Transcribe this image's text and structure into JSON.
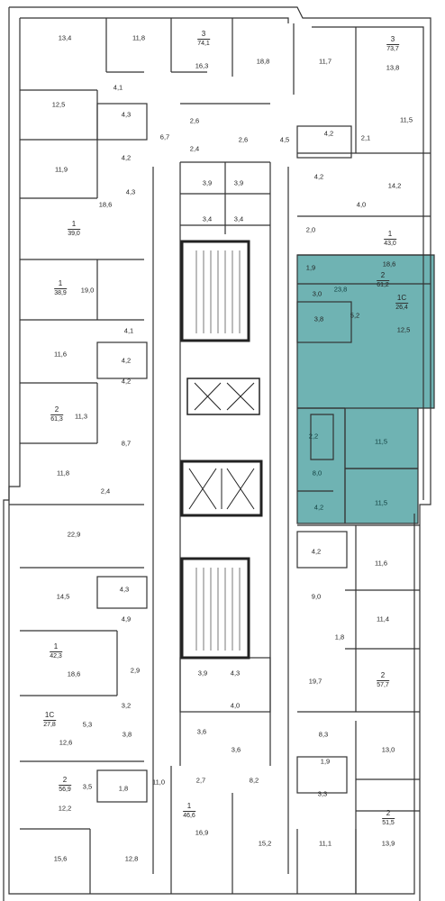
{
  "plan": {
    "highlight_color": "#6fb3b3",
    "wall_color": "#333333",
    "rooms": [
      "13,4",
      "11,8",
      "16,3",
      "18,8",
      "11,7",
      "13,8",
      "4,1",
      "12,5",
      "4,3",
      "2,6",
      "6,7",
      "2,6",
      "4,5",
      "4,2",
      "2,1",
      "11,5",
      "4,2",
      "2,4",
      "11,9",
      "4,3",
      "3,9",
      "3,9",
      "4,2",
      "14,2",
      "4,0",
      "18,6",
      "3,4",
      "3,4",
      "2,0",
      "18,6",
      "19,0",
      "1,9",
      "3,0",
      "5,2",
      "12,5",
      "3,8",
      "4,1",
      "11,6",
      "4,2",
      "23,8",
      "4,2",
      "11,3",
      "2,2",
      "11,5",
      "8,7",
      "11,8",
      "8,0",
      "2,4",
      "4,2",
      "11,5",
      "22,9",
      "4,2",
      "11,6",
      "4,3",
      "9,0",
      "14,5",
      "11,4",
      "4,9",
      "1,8",
      "18,6",
      "2,9",
      "19,7",
      "3,9",
      "4,3",
      "4,0",
      "3,2",
      "8,3",
      "5,3",
      "3,8",
      "13,0",
      "12,6",
      "3,6",
      "3,6",
      "1,9",
      "11,0",
      "2,7",
      "8,2",
      "3,5",
      "1,8",
      "3,3",
      "12,2",
      "11,1",
      "13,9",
      "15,6",
      "12,8",
      "16,9",
      "15,2"
    ],
    "apartments": [
      {
        "rooms": "3",
        "area": "74,1"
      },
      {
        "rooms": "3",
        "area": "73,7"
      },
      {
        "rooms": "1",
        "area": "39,0"
      },
      {
        "rooms": "1",
        "area": "43,0"
      },
      {
        "rooms": "1",
        "area": "38,9"
      },
      {
        "rooms": "1С",
        "area": "26,4"
      },
      {
        "rooms": "2",
        "area": "61,2"
      },
      {
        "rooms": "2",
        "area": "61,3"
      },
      {
        "rooms": "1",
        "area": "42,3"
      },
      {
        "rooms": "2",
        "area": "57,7"
      },
      {
        "rooms": "1С",
        "area": "27,8"
      },
      {
        "rooms": "2",
        "area": "56,9"
      },
      {
        "rooms": "1",
        "area": "46,6"
      },
      {
        "rooms": "2",
        "area": "51,5"
      }
    ]
  }
}
